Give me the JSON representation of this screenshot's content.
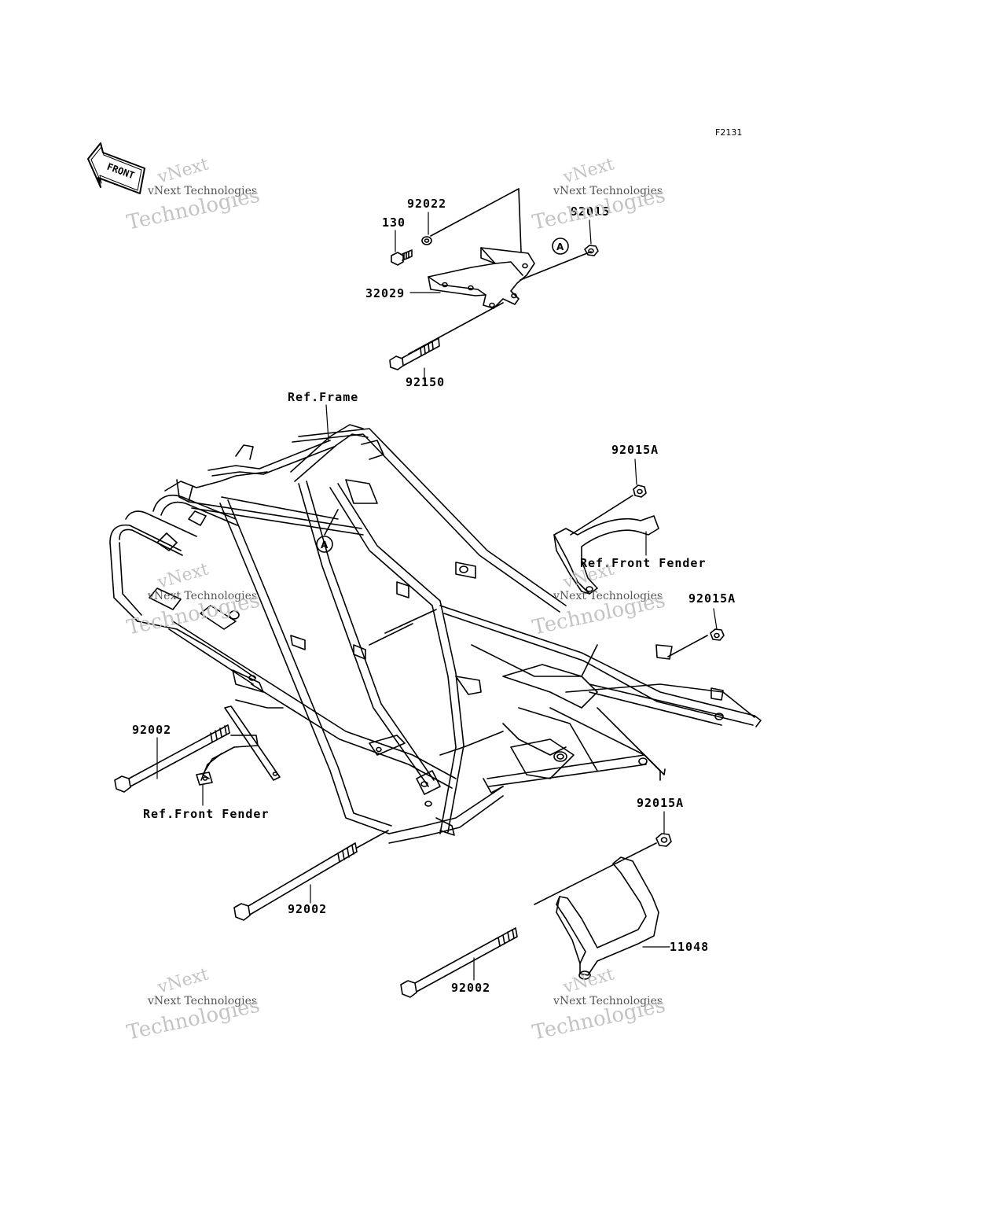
{
  "figure_code": "F2131",
  "front_badge": "FRONT",
  "watermark": {
    "brand": "vNext",
    "line1": "vNext Technologies",
    "line2": "Technologies"
  },
  "callouts": {
    "c92022": "92022",
    "c130": "130",
    "c92015": "92015",
    "c32029": "32029",
    "c92150": "92150",
    "ref_frame": "Ref.Frame",
    "c92015A_1": "92015A",
    "ref_front_fender_1": "Ref.Front Fender",
    "c92015A_2": "92015A",
    "c92002_1": "92002",
    "ref_front_fender_2": "Ref.Front Fender",
    "c92015A_3": "92015A",
    "c92002_2": "92002",
    "c11048": "11048",
    "c92002_3": "92002"
  },
  "markers": {
    "a_top": "A",
    "a_frame": "A"
  }
}
